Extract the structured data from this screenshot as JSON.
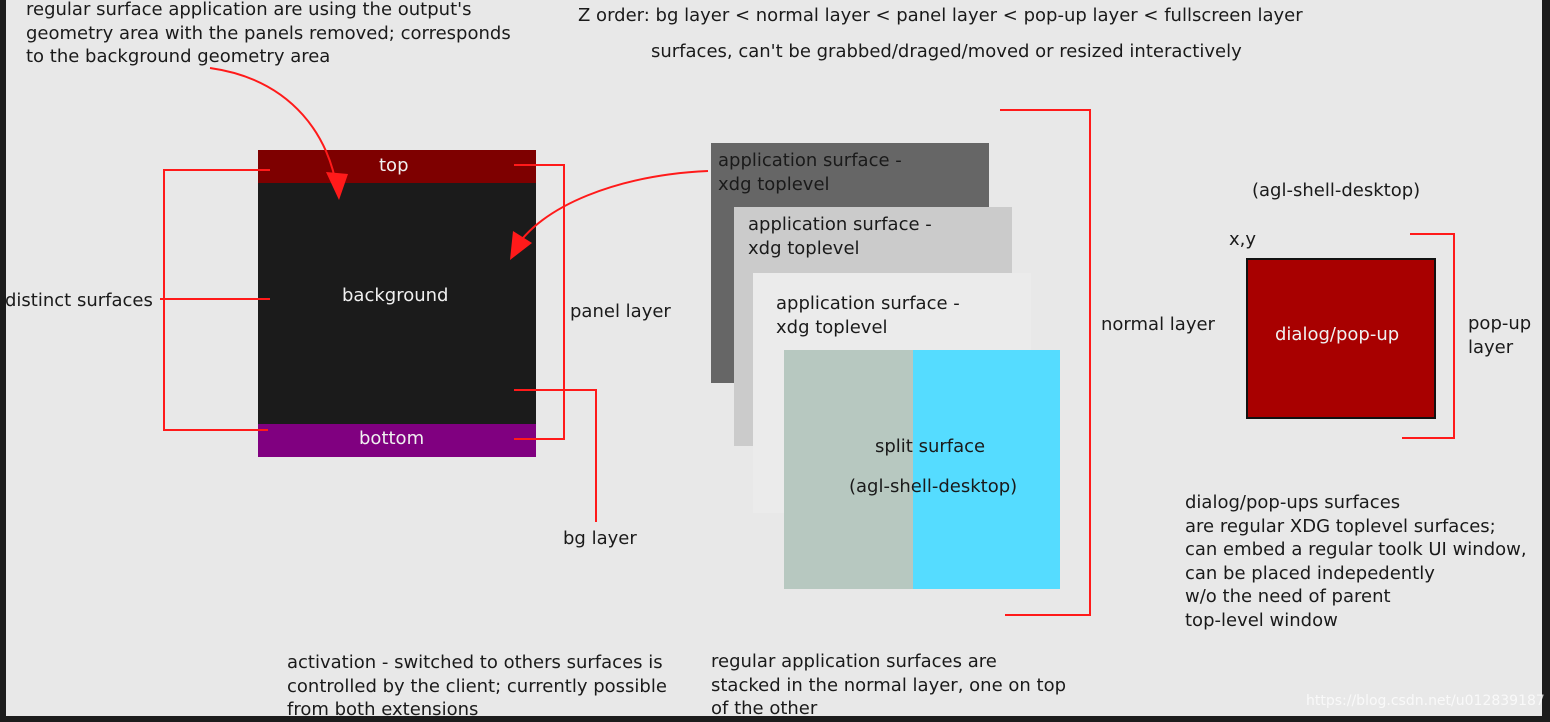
{
  "header": {
    "z_order": "Z order: bg layer < normal layer < panel layer < pop-up layer < fullscreen layer",
    "surfaces_note": "surfaces, can't be grabbed/draged/moved or resized interactively"
  },
  "left": {
    "regular_note": "regular surface application are using the output's\ngeometry area with the panels removed; corresponds\nto the background geometry area",
    "top_label": "top",
    "background_label": "background",
    "bottom_label": "bottom",
    "distinct_surfaces": "distinct surfaces",
    "panel_layer": "panel layer",
    "bg_layer": "bg layer",
    "activation_note": "activation - switched to others surfaces is\ncontrolled by the client; currently possible\nfrom both extensions"
  },
  "middle": {
    "app_surface_1": "application surface -\nxdg toplevel",
    "app_surface_2": "application surface -\nxdg toplevel",
    "app_surface_3": "application surface -\nxdg toplevel",
    "split_surface": "split surface",
    "split_surface_sub": "(agl-shell-desktop)",
    "normal_layer": "normal layer",
    "stack_note": "regular application surfaces are\nstacked in the normal layer, one on top\nof the other"
  },
  "right": {
    "agl_shell_desktop": "(agl-shell-desktop)",
    "xy": "x,y",
    "dialog_label": "dialog/pop-up",
    "popup_layer": "pop-up\nlayer",
    "dialog_note": "dialog/pop-ups surfaces\nare regular XDG toplevel surfaces;\ncan embed a regular toolk UI window,\ncan be placed indepedently\nw/o the need of parent\ntop-level window"
  },
  "watermark": "https://blog.csdn.net/u012839187",
  "colors": {
    "top_panel": "#7e0000",
    "background": "#1b1b1b",
    "bottom_panel": "#800080",
    "app1": "#666666",
    "app2": "#cbcbcb",
    "app3": "#ebebeb",
    "split_left": "#b7c8c0",
    "split_right": "#55dcff",
    "dialog": "#a80000",
    "wire": "#ff1a1a"
  }
}
